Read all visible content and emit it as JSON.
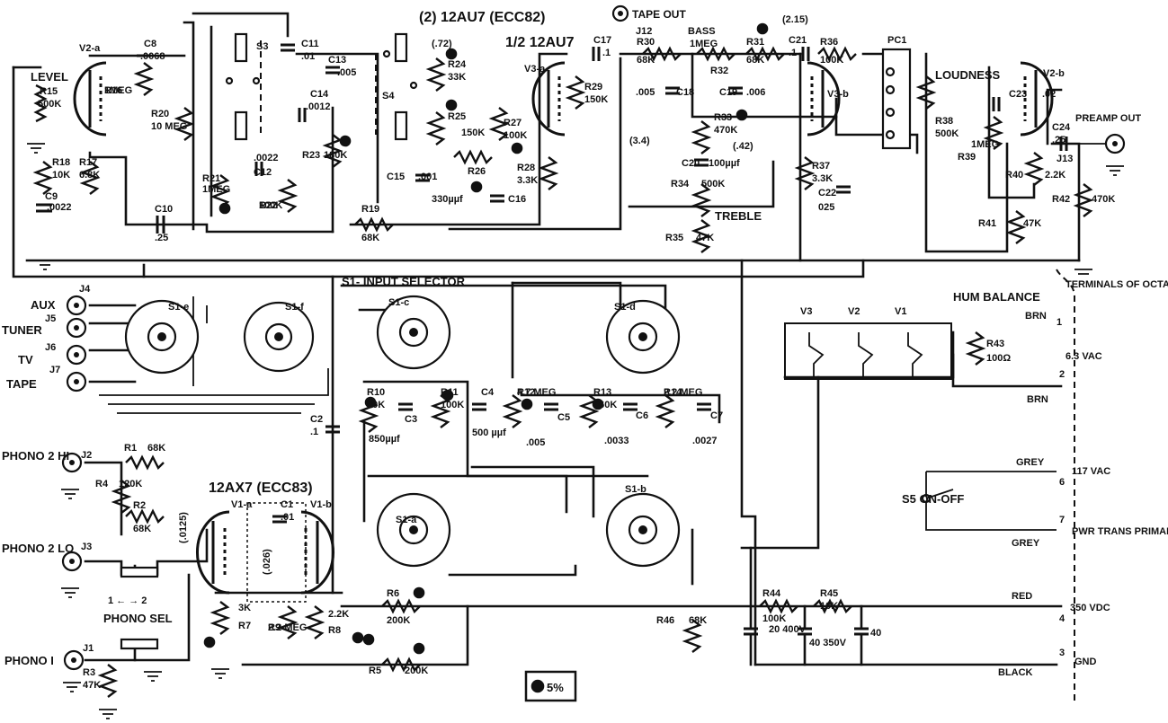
{
  "title": {
    "tubes_top": "(2) 12AU7 (ECC82)",
    "half_tube": "1/2 12AU7",
    "tubes_low": "12AX7 (ECC83)"
  },
  "jacks": {
    "tape_out": "TAPE OUT",
    "preamp_out": "PREAMP OUT",
    "j13": "J13",
    "j12": "J12",
    "aux": "AUX",
    "j4": "J4",
    "tuner": "TUNER",
    "j5": "J5",
    "tv": "TV",
    "j6": "J6",
    "tape": "TAPE",
    "j7": "J7",
    "phono2hi": "PHONO 2 HI",
    "j2": "J2",
    "phono2lo": "PHONO 2 LO",
    "j3": "J3",
    "phono1": "PHONO I",
    "j1": "J1"
  },
  "controls": {
    "level": "LEVEL",
    "bass": "BASS",
    "bass_val": "1MEG",
    "treble": "TREBLE",
    "loudness": "LOUDNESS",
    "input_selector": "S1- INPUT SELECTOR",
    "phono_sel": "PHONO SEL",
    "phono_sel_pos": "1 ← → 2",
    "hum_balance": "HUM BALANCE",
    "on_off": "S5 ON-OFF",
    "pc1": "PC1"
  },
  "tubes": {
    "v2a": "V2-a",
    "v2b": "V2-b",
    "v3a": "V3-a",
    "v3b": "V3-b",
    "v1a": "V1-a",
    "v1b": "V1-b",
    "v1": "V1",
    "v2": "V2",
    "v3": "V3"
  },
  "switches": {
    "s3": "S3",
    "s4": "S4",
    "s1a": "S1-a",
    "s1b": "S1-b",
    "s1c": "S1-c",
    "s1d": "S1-d",
    "s1e": "S1-e",
    "s1f": "S1-f"
  },
  "resistors": [
    {
      "ref": "R15",
      "val": "500K"
    },
    {
      "ref": "R16",
      "val": "1MEG"
    },
    {
      "ref": "R17",
      "val": "6.8K"
    },
    {
      "ref": "R18",
      "val": "10K"
    },
    {
      "ref": "R20",
      "val": "10 MEG"
    },
    {
      "ref": "R21",
      "val": "1MEG"
    },
    {
      "ref": "R22",
      "val": "100K"
    },
    {
      "ref": "R23",
      "val": "180K"
    },
    {
      "ref": "R19",
      "val": "68K"
    },
    {
      "ref": "R24",
      "val": "33K"
    },
    {
      "ref": "R25",
      "val": "150K"
    },
    {
      "ref": "R26",
      "val": ""
    },
    {
      "ref": "R27",
      "val": "100K"
    },
    {
      "ref": "R28",
      "val": "3.3K"
    },
    {
      "ref": "R29",
      "val": "150K"
    },
    {
      "ref": "R30",
      "val": "68K"
    },
    {
      "ref": "R31",
      "val": "68K"
    },
    {
      "ref": "R32",
      "val": ""
    },
    {
      "ref": "R33",
      "val": "470K"
    },
    {
      "ref": "R34",
      "val": "500K"
    },
    {
      "ref": "R35",
      "val": "47K"
    },
    {
      "ref": "R36",
      "val": "100K"
    },
    {
      "ref": "R37",
      "val": "3.3K"
    },
    {
      "ref": "R38",
      "val": "500K"
    },
    {
      "ref": "R39",
      "val": "1MEG"
    },
    {
      "ref": "R40",
      "val": "2.2K"
    },
    {
      "ref": "R41",
      "val": "47K"
    },
    {
      "ref": "R42",
      "val": "470K"
    },
    {
      "ref": "R43",
      "val": "100Ω"
    },
    {
      "ref": "R1",
      "val": "68K"
    },
    {
      "ref": "R2",
      "val": "68K"
    },
    {
      "ref": "R3",
      "val": "47K"
    },
    {
      "ref": "R4",
      "val": "120K"
    },
    {
      "ref": "R5",
      "val": "200K"
    },
    {
      "ref": "R6",
      "val": "200K"
    },
    {
      "ref": "R7",
      "val": "3K"
    },
    {
      "ref": "R8",
      "val": "2.2K"
    },
    {
      "ref": "R9",
      "val": "2.2 MEG"
    },
    {
      "ref": "R10",
      "val": "90K"
    },
    {
      "ref": "R11",
      "val": "100K"
    },
    {
      "ref": "R12",
      "val": "4.7 MEG"
    },
    {
      "ref": "R13",
      "val": "560K"
    },
    {
      "ref": "R14",
      "val": "2.2 MEG"
    },
    {
      "ref": "R44",
      "val": "100K"
    },
    {
      "ref": "R45",
      "val": "10K"
    },
    {
      "ref": "R46",
      "val": "68K"
    }
  ],
  "capacitors": [
    {
      "ref": "C8",
      "val": ".0068"
    },
    {
      "ref": "C9",
      "val": ".0022"
    },
    {
      "ref": "C10",
      "val": ".25"
    },
    {
      "ref": "C11",
      "val": ".01"
    },
    {
      "ref": "C12",
      "val": ".0022"
    },
    {
      "ref": "C13",
      "val": ".005"
    },
    {
      "ref": "C14",
      "val": ".0012"
    },
    {
      "ref": "C15",
      "val": ".001"
    },
    {
      "ref": "C16",
      "val": "330µµf"
    },
    {
      "ref": "C17",
      "val": ".1"
    },
    {
      "ref": "C18",
      "val": ".005"
    },
    {
      "ref": "C19",
      "val": ".006"
    },
    {
      "ref": "C20",
      "val": "100µµf"
    },
    {
      "ref": "C21",
      "val": ".1"
    },
    {
      "ref": "C22",
      "val": "025"
    },
    {
      "ref": "C23",
      "val": ".02"
    },
    {
      "ref": "C24",
      "val": ".25"
    },
    {
      "ref": "C1",
      "val": ".01"
    },
    {
      "ref": "C2",
      "val": ".1"
    },
    {
      "ref": "C3",
      "val": "850µµf"
    },
    {
      "ref": "C4",
      "val": "500 µµf"
    },
    {
      "ref": "C5",
      "val": ".005"
    },
    {
      "ref": "C6",
      "val": ".0033"
    },
    {
      "ref": "C7",
      "val": ".0027"
    },
    {
      "ref": "C_filter1",
      "val": "20 400V"
    },
    {
      "ref": "C_filter2",
      "val": "40 350V"
    },
    {
      "ref": "C_filter3",
      "val": "40"
    }
  ],
  "voltages": {
    "v1": "(.72)",
    "v2": "(2.15)",
    "v3": "(3.4)",
    "v4": "(.42)",
    "v5": "(.0125)",
    "v6": "(.026)"
  },
  "terminals": {
    "header": "TERMINALS OF OCTAL PLUG",
    "brn1": "BRN",
    "brn2": "BRN",
    "ac63": "6.3 VAC",
    "grey1": "GREY",
    "grey2": "GREY",
    "ac117": "117 VAC",
    "pwr": "PWR TRANS PRIMARY",
    "red": "RED",
    "dc350": "350 VDC",
    "black": "BLACK",
    "gnd": "GND",
    "n1": "1",
    "n2": "2",
    "n3": "3",
    "n4": "4",
    "n6": "6",
    "n7": "7"
  },
  "legend": "5%"
}
